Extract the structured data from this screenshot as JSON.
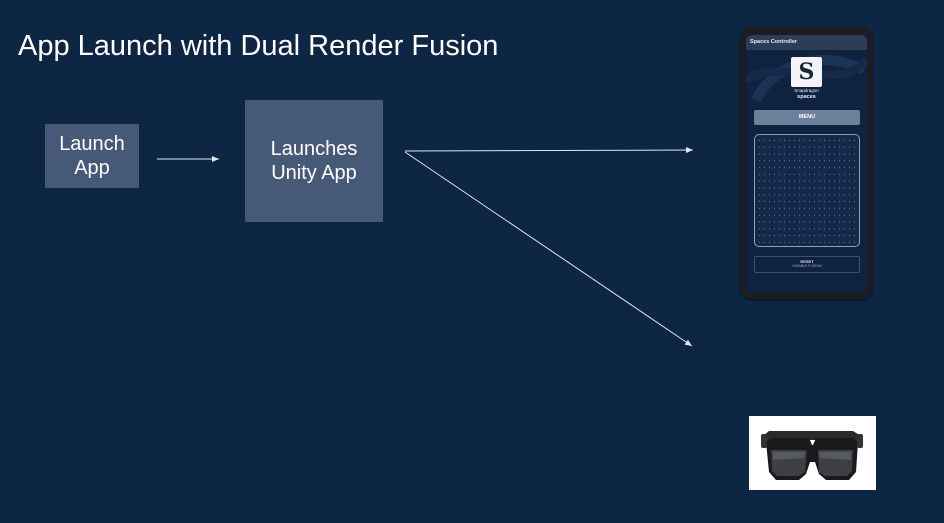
{
  "title": "App Launch with Dual Render Fusion",
  "boxes": {
    "launch_app": "Launch\nApp",
    "launches_unity": "Launches\nUnity App"
  },
  "phone": {
    "header": "Spaces Controller",
    "logo_letter": "S",
    "logo_line1": "Snapdragon",
    "logo_line2": "spaces",
    "menu_label": "MENU",
    "reset_label": "RESET",
    "reset_sub": "DISABLE FUSION"
  },
  "colors": {
    "background": "#0d2643",
    "box_fill": "#465a78",
    "arrow": "#dfe6ee"
  },
  "icons": {
    "glasses": "ar-glasses-image",
    "phone": "smartphone-image"
  }
}
